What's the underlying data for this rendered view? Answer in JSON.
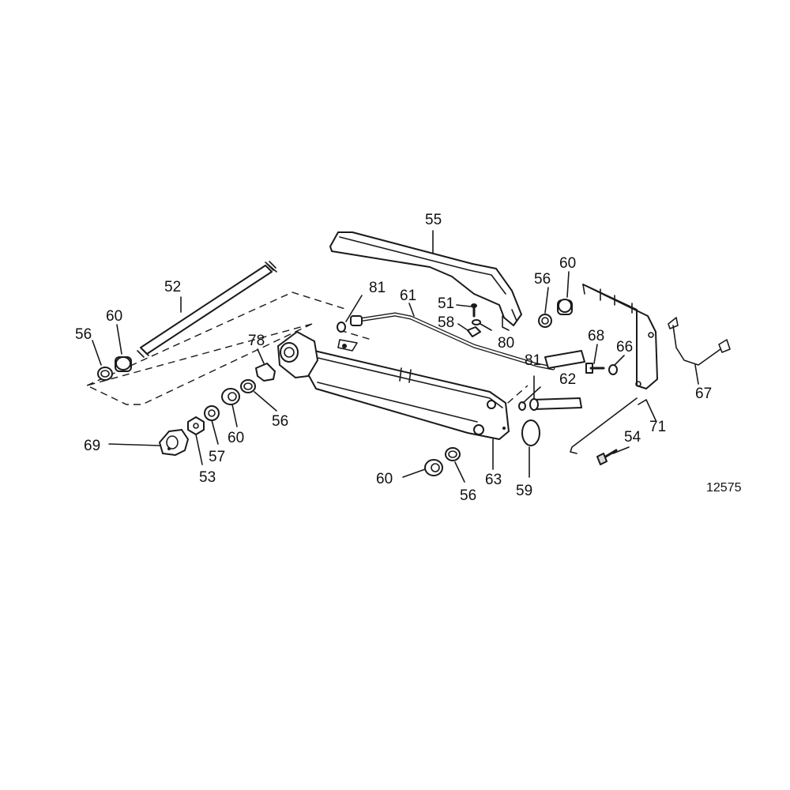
{
  "diagram": {
    "reference_number": "12575",
    "callouts": {
      "c51": "51",
      "c52": "52",
      "c53": "53",
      "c54": "54",
      "c55": "55",
      "c56a": "56",
      "c56b": "56",
      "c56c": "56",
      "c56d": "56",
      "c57": "57",
      "c58": "58",
      "c59": "59",
      "c60a": "60",
      "c60b": "60",
      "c60c": "60",
      "c60d": "60",
      "c61": "61",
      "c62": "62",
      "c63": "63",
      "c66": "66",
      "c67": "67",
      "c68": "68",
      "c69": "69",
      "c71": "71",
      "c78": "78",
      "c80": "80",
      "c81a": "81",
      "c81b": "81"
    }
  }
}
